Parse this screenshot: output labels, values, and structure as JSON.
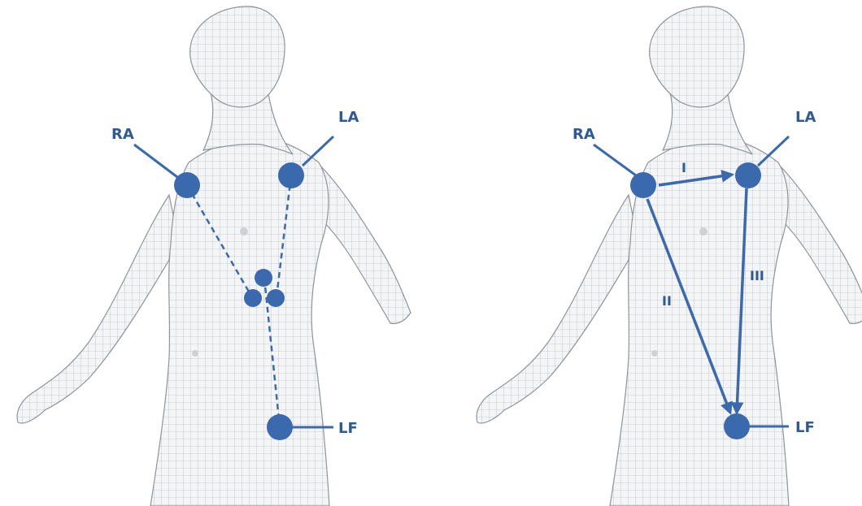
{
  "colors": {
    "electrode": "#3b69ad",
    "text": "#2e5b96",
    "mesh_line": "#9aa0a6",
    "mesh_fill": "#f4f5f6",
    "background": "#ffffff"
  },
  "left_panel": {
    "labels": {
      "ra": "RA",
      "la": "LA",
      "lf": "LF"
    }
  },
  "right_panel": {
    "labels": {
      "ra": "RA",
      "la": "LA",
      "lf": "LF"
    },
    "leads": {
      "lead_1": "I",
      "lead_2": "II",
      "lead_3": "III"
    }
  }
}
